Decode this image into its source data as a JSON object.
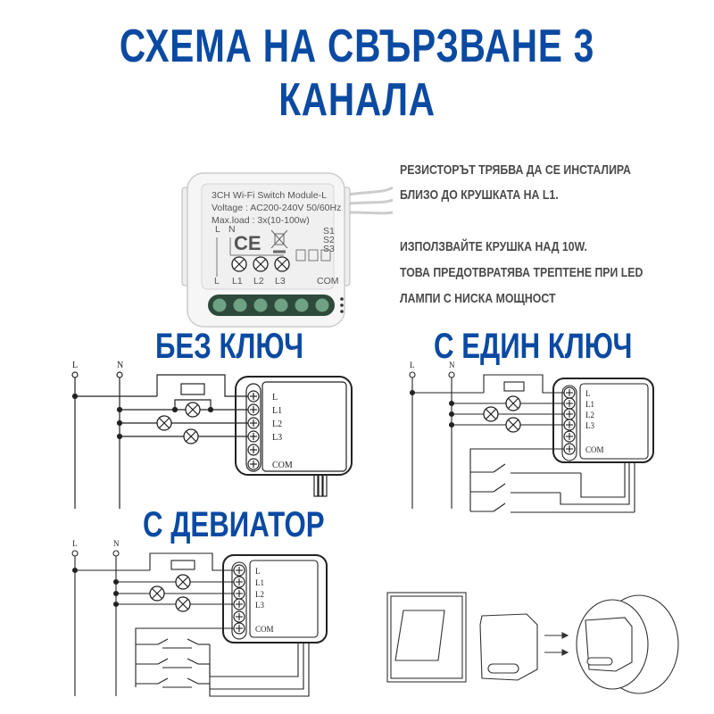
{
  "title": "СХЕМА НА СВЪРЗВАНЕ 3 КАНАЛА",
  "module": {
    "line1": "3CH Wi-Fi Switch Module-L",
    "line2": "Voltage : AC200-240V 50/60Hz",
    "line3": "Max.load : 3x(10-100w)",
    "labels_top": [
      "L",
      "N"
    ],
    "switch_labels": [
      "S1",
      "S2",
      "S3"
    ],
    "bottom_labels": [
      "L",
      "L1",
      "L2",
      "L3",
      "COM"
    ],
    "terminal_count": 6
  },
  "notes": [
    "РЕЗИСТОРЪТ ТРЯБВА ДА СЕ ИНСТАЛИРА",
    "БЛИЗО ДО КРУШКАТА НА L1.",
    "ИЗПОЛЗВАЙТЕ КРУШКА НАД 10W.",
    " ТОВА ПРЕДОТВРАТЯВА ТРЕПТЕНЕ ПРИ LED",
    "ЛАМПИ С НИСКА МОЩНОСТ"
  ],
  "diagrams": {
    "no_switch": {
      "title": "БЕЗ КЛЮЧ"
    },
    "one_switch": {
      "title": "С ЕДИН КЛЮЧ"
    },
    "deviator": {
      "title": "С ДЕВИАТОР"
    }
  },
  "wiring_labels": {
    "line": "L",
    "neutral": "N",
    "terminals": [
      "L",
      "L1",
      "L2",
      "L3",
      "COM"
    ]
  },
  "colors": {
    "title_blue": "#0b4aa2",
    "note_gray": "#4a4a4a",
    "terminal_green": "#4f8a6a"
  }
}
